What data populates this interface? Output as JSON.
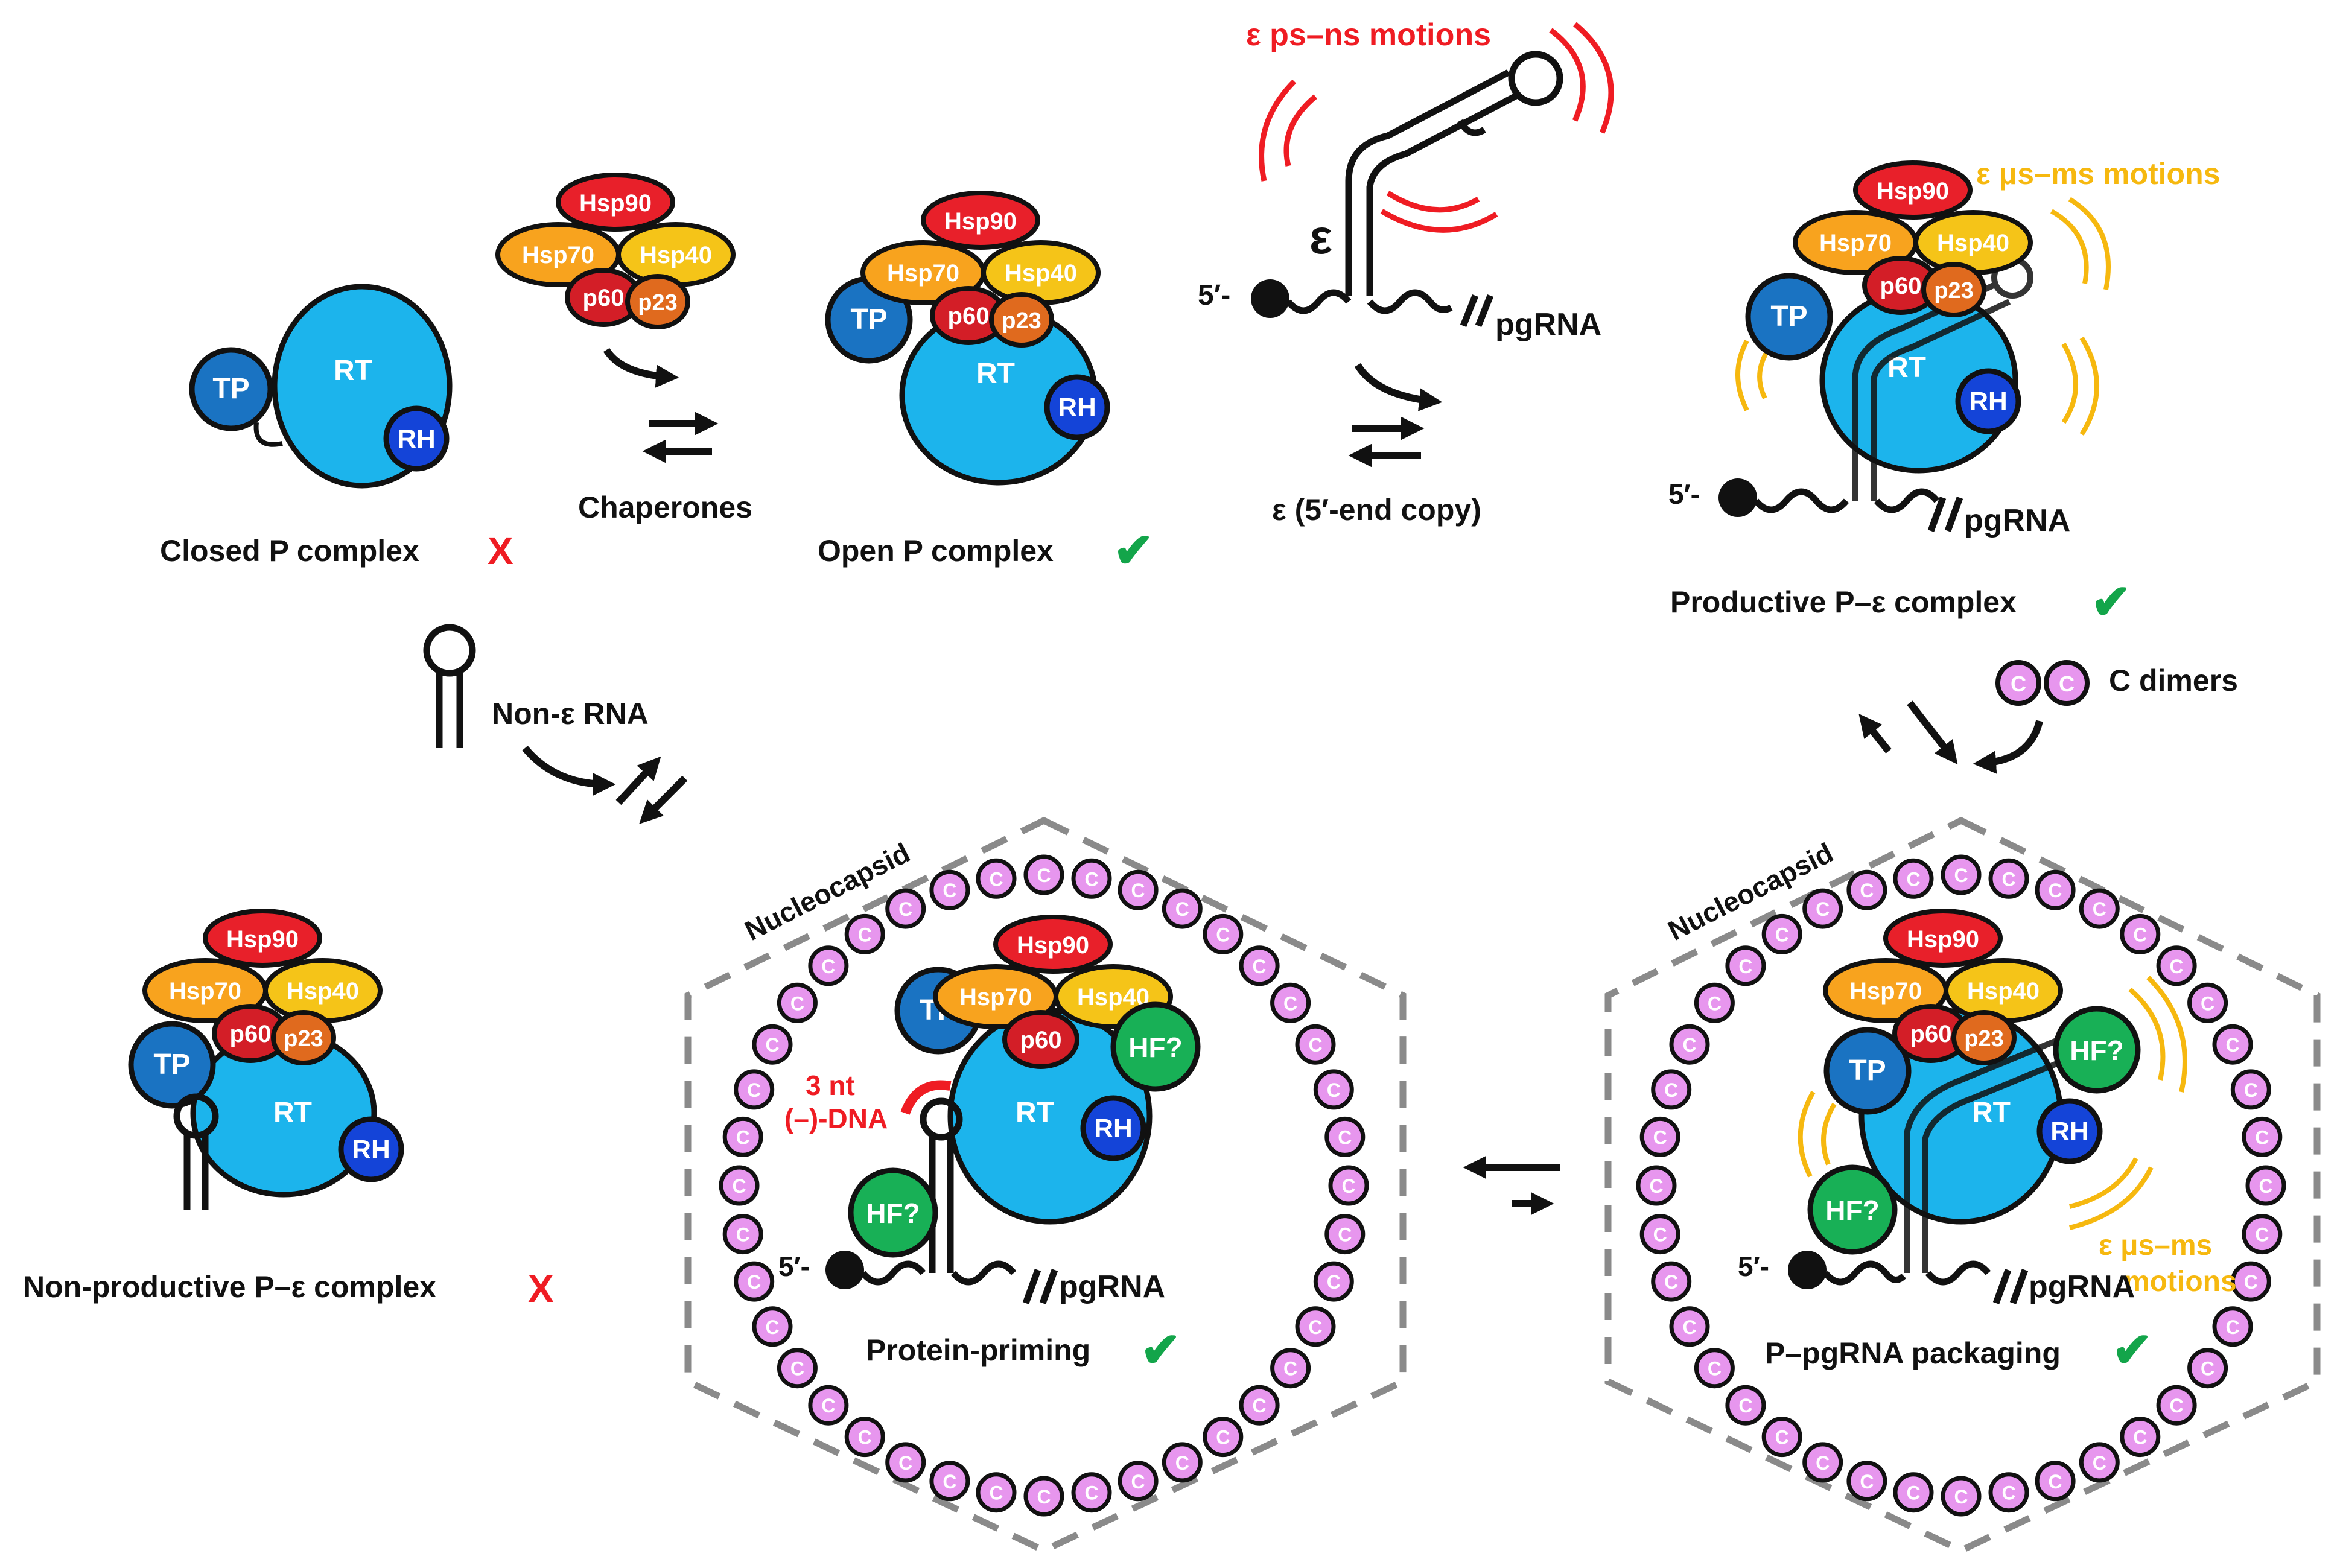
{
  "colors": {
    "tp": "#1a73c2",
    "rt": "#1cb4ec",
    "rh": "#1444d8",
    "hsp90": "#e8202a",
    "hsp70": "#f8a31e",
    "hsp40": "#f5c418",
    "p60": "#d31e27",
    "p23": "#e06a1e",
    "hf": "#18b056",
    "capsid": "#e796ee",
    "ps_ns_motion": "#ef1c23",
    "us_ms_motion": "#f6b80f",
    "check": "#13a54a",
    "cross": "#ef1c23",
    "hex_border": "#8a8a8a"
  },
  "domains": {
    "tp": "TP",
    "rt": "RT",
    "rh": "RH",
    "hf": "HF?"
  },
  "chaperones": {
    "hsp90": "Hsp90",
    "hsp70": "Hsp70",
    "hsp40": "Hsp40",
    "p60": "p60",
    "p23": "p23"
  },
  "capsid_letter": "C",
  "labels": {
    "closed": "Closed P complex",
    "chaperones": "Chaperones",
    "open": "Open P complex",
    "eps_copy": "ε (5′-end copy)",
    "productive": "Productive P–ε complex",
    "c_dimers": "C dimers",
    "non_eps_rna": "Non-ε RNA",
    "nonproductive": "Non-productive P–ε complex",
    "protein_priming": "Protein-priming",
    "packaging": "P–pgRNA packaging",
    "nucleocapsid": "Nucleocapsid",
    "pgrna": "pgRNA",
    "five_prime": "5′-",
    "epsilon": "ε",
    "ps_ns": "ε ps–ns motions",
    "us_ms_1": "ε μs–ms motions",
    "us_ms_2a": "ε μs–ms",
    "us_ms_2b": "motions",
    "nt_line1": "3 nt",
    "nt_line2": "(–)-DNA",
    "cross": "X",
    "check": "✔"
  }
}
